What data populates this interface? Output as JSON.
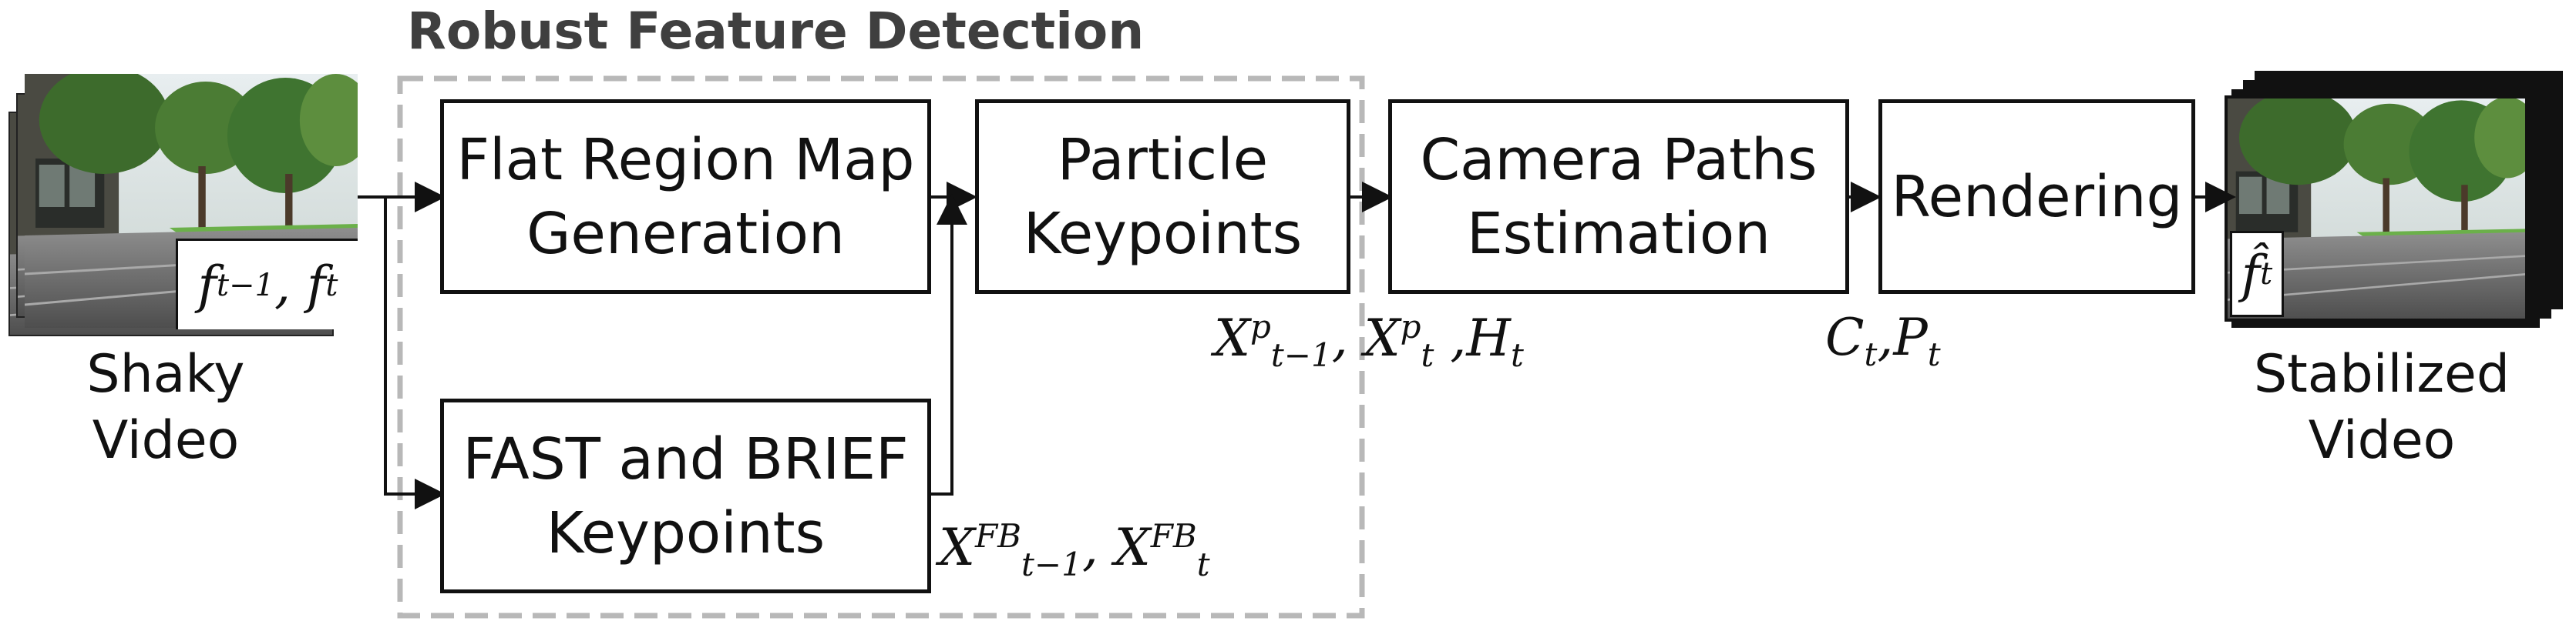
{
  "title": "Robust Feature Detection",
  "inputs": {
    "caption_line1": "Shaky",
    "caption_line2": "Video",
    "frame_f1": "f",
    "frame_f1_sub": "t−1",
    "frame_sep": ", ",
    "frame_f2": "f",
    "frame_f2_sub": "t"
  },
  "outputs": {
    "caption_line1": "Stabilized",
    "caption_line2": "Video",
    "frame_f": "f̂",
    "frame_sub": "t"
  },
  "blocks": {
    "flat_region": {
      "line1": "Flat Region Map",
      "line2": "Generation"
    },
    "particle": {
      "line1": "Particle",
      "line2": "Keypoints"
    },
    "camera_paths": {
      "line1": "Camera Paths",
      "line2": "Estimation"
    },
    "rendering": {
      "line1": "Rendering"
    },
    "fast_brief": {
      "line1": "FAST and BRIEF",
      "line2": "Keypoints"
    }
  },
  "labels": {
    "fb": {
      "x1": "X",
      "x1_sup": "FB",
      "x1_sub": "t−1",
      "sep": ", ",
      "x2": "X",
      "x2_sup": "FB",
      "x2_sub": "t"
    },
    "particle": {
      "x1": "X",
      "x1_sup": "p",
      "x1_sub": "t−1",
      "sep": ", ",
      "x2": "X",
      "x2_sup": "p",
      "x2_sub": "t",
      "sep2": " ,",
      "h": "H",
      "h_sub": "t"
    },
    "camera": {
      "c": "C",
      "c_sub": "t",
      "sep": ",",
      "p": "P",
      "p_sub": "t"
    }
  },
  "colors": {
    "stroke": "#111111",
    "dashed_group": "#b8b8b8",
    "title_text": "#3f3f3f"
  }
}
